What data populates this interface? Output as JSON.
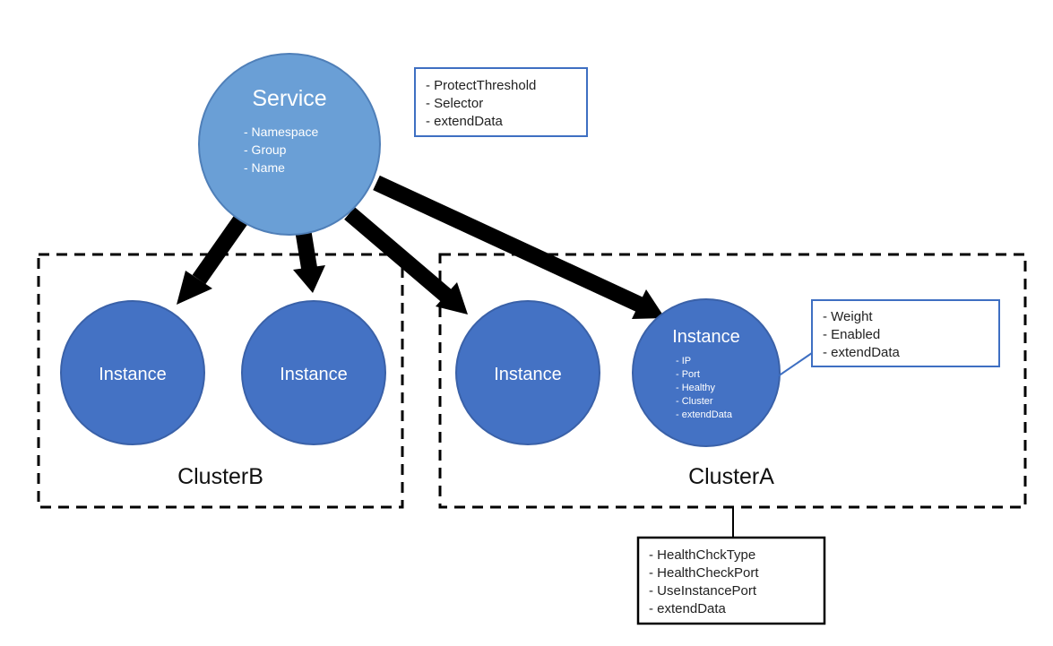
{
  "colors": {
    "service_fill": "#6a9fd6",
    "service_stroke": "#4f7fb8",
    "instance_fill": "#4472c4",
    "instance_stroke": "#3a61a8",
    "note_border_blue": "#3e6fc2",
    "note_border_black": "#000000",
    "arrow": "#000000",
    "cluster_border": "#000000"
  },
  "service": {
    "title": "Service",
    "attrs": [
      "- Namespace",
      "- Group",
      "- Name"
    ]
  },
  "service_note": {
    "lines": [
      "- ProtectThreshold",
      "- Selector",
      "- extendData"
    ]
  },
  "cluster_b": {
    "label": "ClusterB",
    "instances": [
      {
        "label": "Instance"
      },
      {
        "label": "Instance"
      }
    ]
  },
  "cluster_a": {
    "label": "ClusterA",
    "instance_plain": {
      "label": "Instance"
    },
    "instance_detailed": {
      "title": "Instance",
      "attrs": [
        "- IP",
        "- Port",
        "- Healthy",
        "- Cluster",
        "- extendData"
      ]
    }
  },
  "instance_note": {
    "lines": [
      "- Weight",
      "- Enabled",
      "- extendData"
    ]
  },
  "cluster_note": {
    "lines": [
      "- HealthChckType",
      "- HealthCheckPort",
      "- UseInstancePort",
      "- extendData"
    ]
  }
}
